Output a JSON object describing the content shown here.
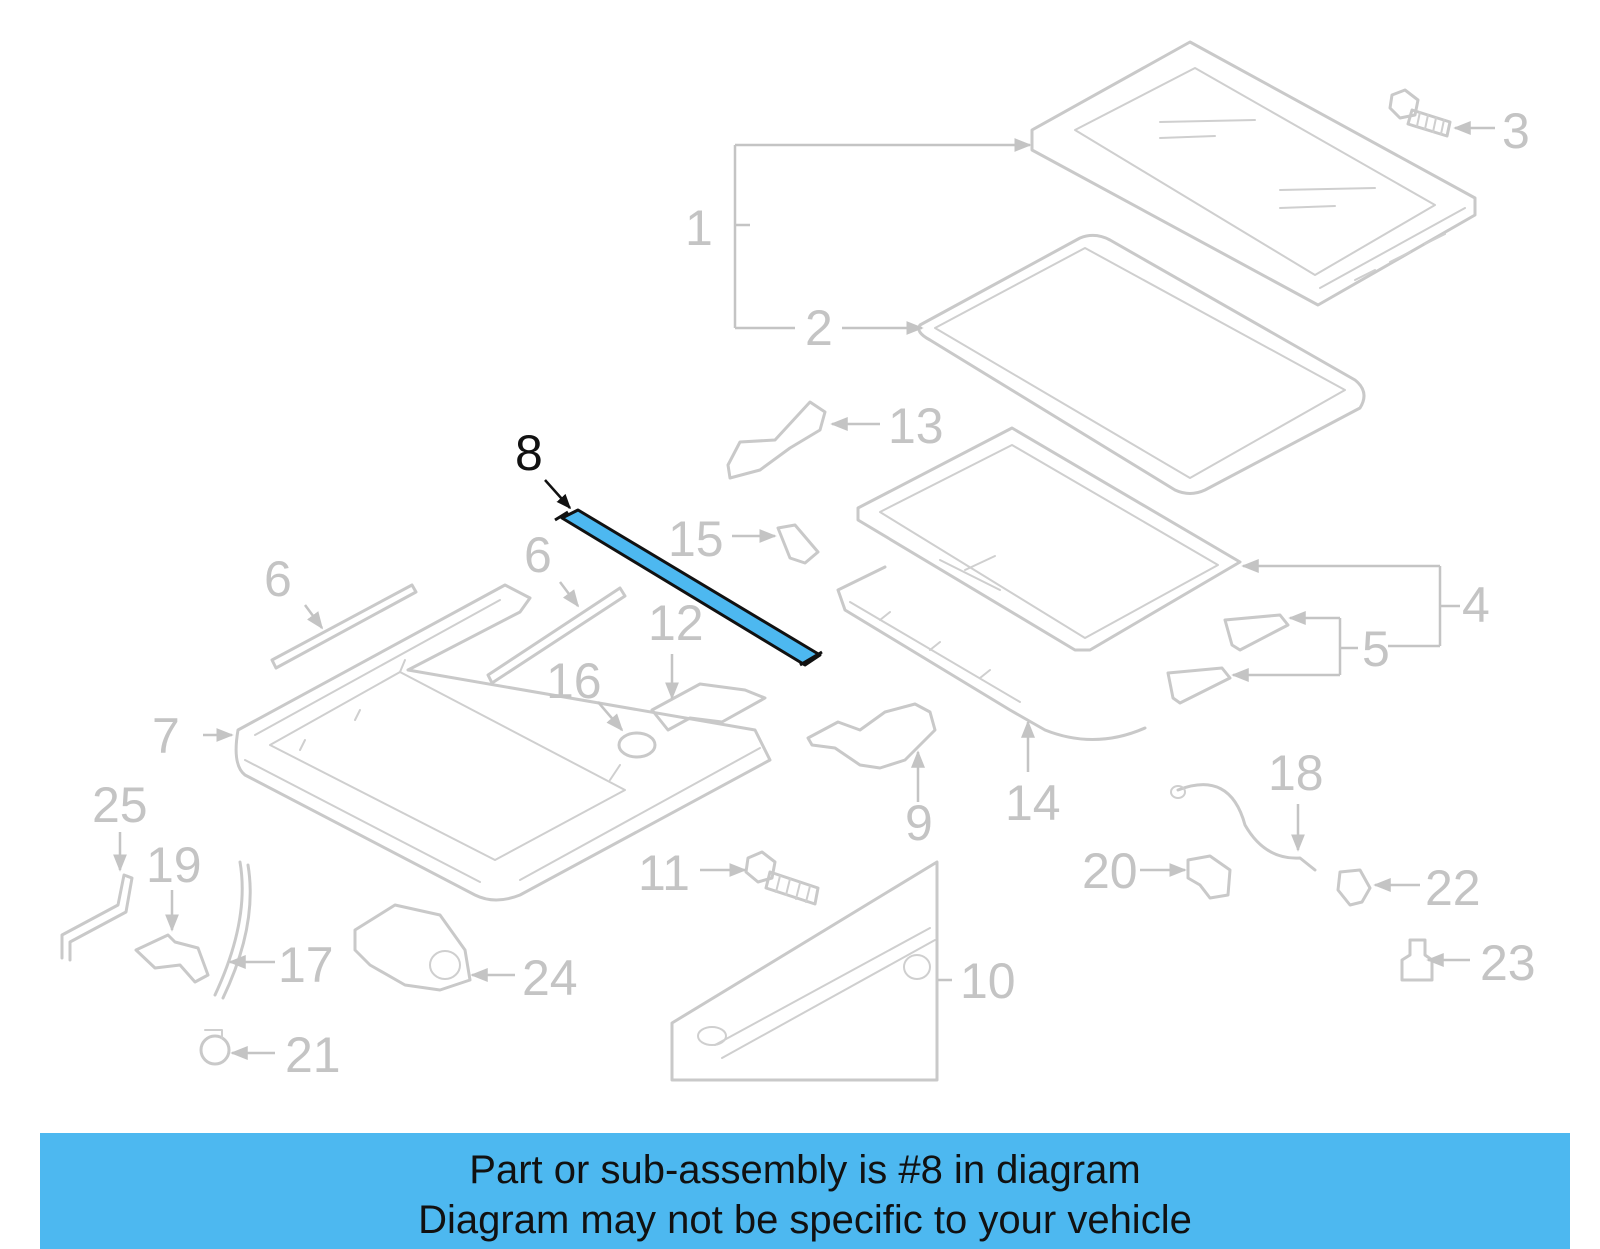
{
  "diagram": {
    "highlight_color": "#4db8f0",
    "highlighted_part": "8",
    "callouts": {
      "c1": "1",
      "c2": "2",
      "c3": "3",
      "c4": "4",
      "c5": "5",
      "c6a": "6",
      "c6b": "6",
      "c7": "7",
      "c8": "8",
      "c9": "9",
      "c10": "10",
      "c11": "11",
      "c12": "12",
      "c13": "13",
      "c14": "14",
      "c15": "15",
      "c16": "16",
      "c17": "17",
      "c18": "18",
      "c19": "19",
      "c20": "20",
      "c21": "21",
      "c22": "22",
      "c23": "23",
      "c24": "24",
      "c25": "25"
    }
  },
  "banner": {
    "line1": "Part or sub-assembly is #8 in diagram",
    "line2": "Diagram may not be specific to your vehicle",
    "background": "#4db8f0"
  }
}
